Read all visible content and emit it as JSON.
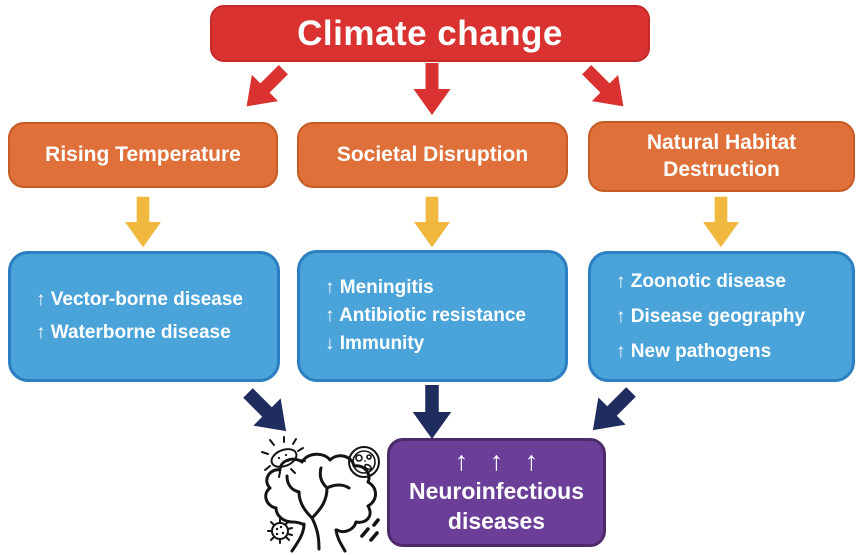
{
  "root": {
    "label": "Climate change"
  },
  "factors": [
    {
      "label": "Rising Temperature",
      "effects": [
        "↑ Vector-borne disease",
        "↑ Waterborne disease"
      ]
    },
    {
      "label": "Societal Disruption",
      "effects": [
        "↑ Meningitis",
        "↑ Antibiotic resistance",
        "↓ Immunity"
      ]
    },
    {
      "label": "Natural Habitat Destruction",
      "effects": [
        "↑ Zoonotic disease",
        "↑ Disease geography",
        "↑ New pathogens"
      ]
    }
  ],
  "outcome": {
    "arrows": "↑ ↑ ↑",
    "label": "Neuroinfectious diseases"
  },
  "illustration": {
    "icons": [
      "brain-icon",
      "bacterium-icon",
      "petri-dish-icon",
      "virus-icon",
      "bacilli-icon"
    ]
  },
  "colors": {
    "red": "#d93231",
    "red_border": "#c62a28",
    "orange": "#e0703a",
    "orange_border": "#c55c26",
    "yellow": "#f0b83e",
    "blue": "#4aa3d9",
    "blue_border": "#2b7fc2",
    "navy": "#1f2c5e",
    "purple": "#6b3e98",
    "purple_border": "#4c2a6b",
    "ink": "#141414",
    "text": "#ffffff",
    "background": "#ffffff"
  }
}
